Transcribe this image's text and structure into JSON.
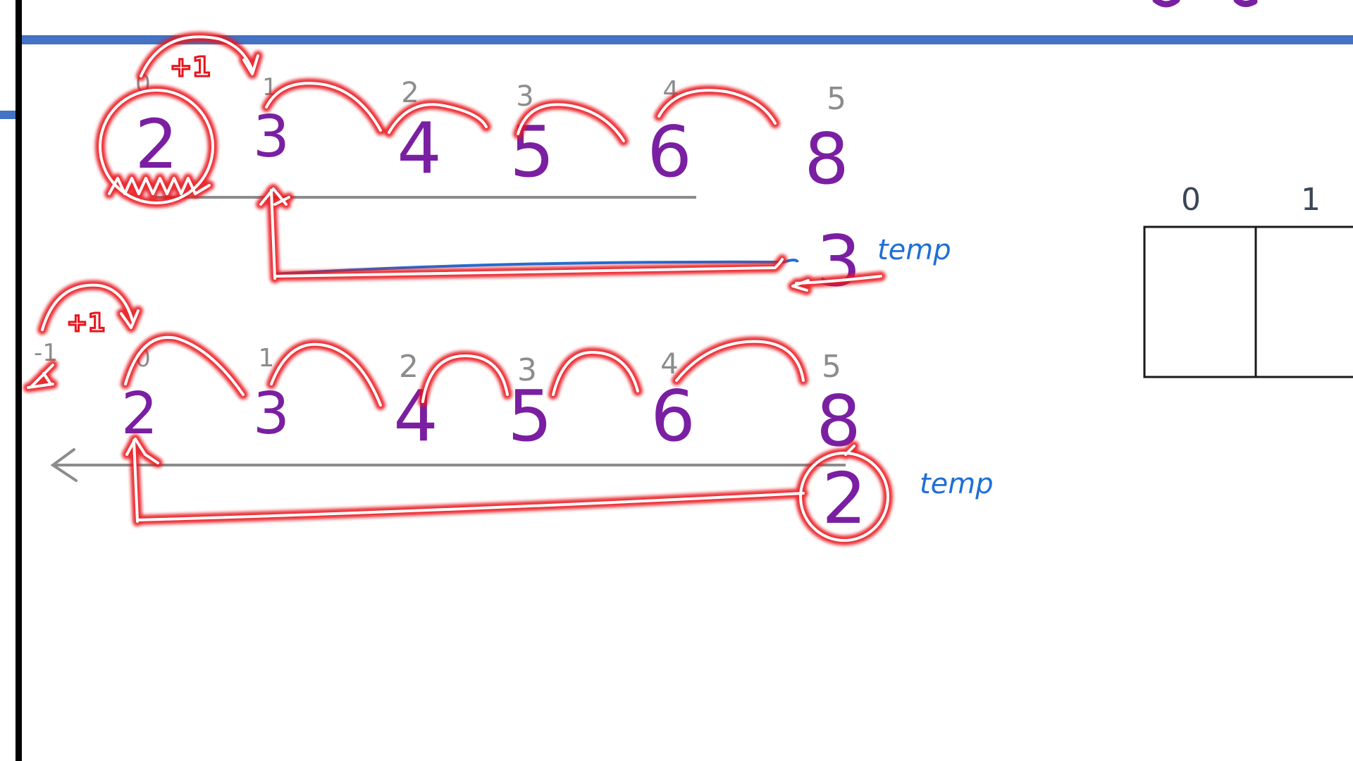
{
  "colors": {
    "background": "#ffffff",
    "title_bar": "#4472c4",
    "left_border": "#000000",
    "digits": "#7a1fa2",
    "index_labels": "#8c8c8c",
    "highlight_stroke": "#e8141c",
    "temp_label": "#1f6fd6",
    "array_box_border": "#1a1a1a",
    "array_index": "#3a4656"
  },
  "top_row": {
    "values": [
      "2",
      "3",
      "4",
      "5",
      "6",
      "8"
    ],
    "indices": [
      "0",
      "1",
      "2",
      "3",
      "4",
      "5"
    ],
    "increment_label": "+1",
    "temp_value": "3",
    "temp_label": "temp"
  },
  "bottom_row": {
    "values": [
      "2",
      "3",
      "4",
      "5",
      "6",
      "8"
    ],
    "indices": [
      "-1",
      "0",
      "1",
      "2",
      "3",
      "4",
      "5"
    ],
    "increment_label": "+1",
    "temp_value": "2",
    "temp_label": "temp"
  },
  "array_box": {
    "indices": [
      "0",
      "1"
    ]
  }
}
